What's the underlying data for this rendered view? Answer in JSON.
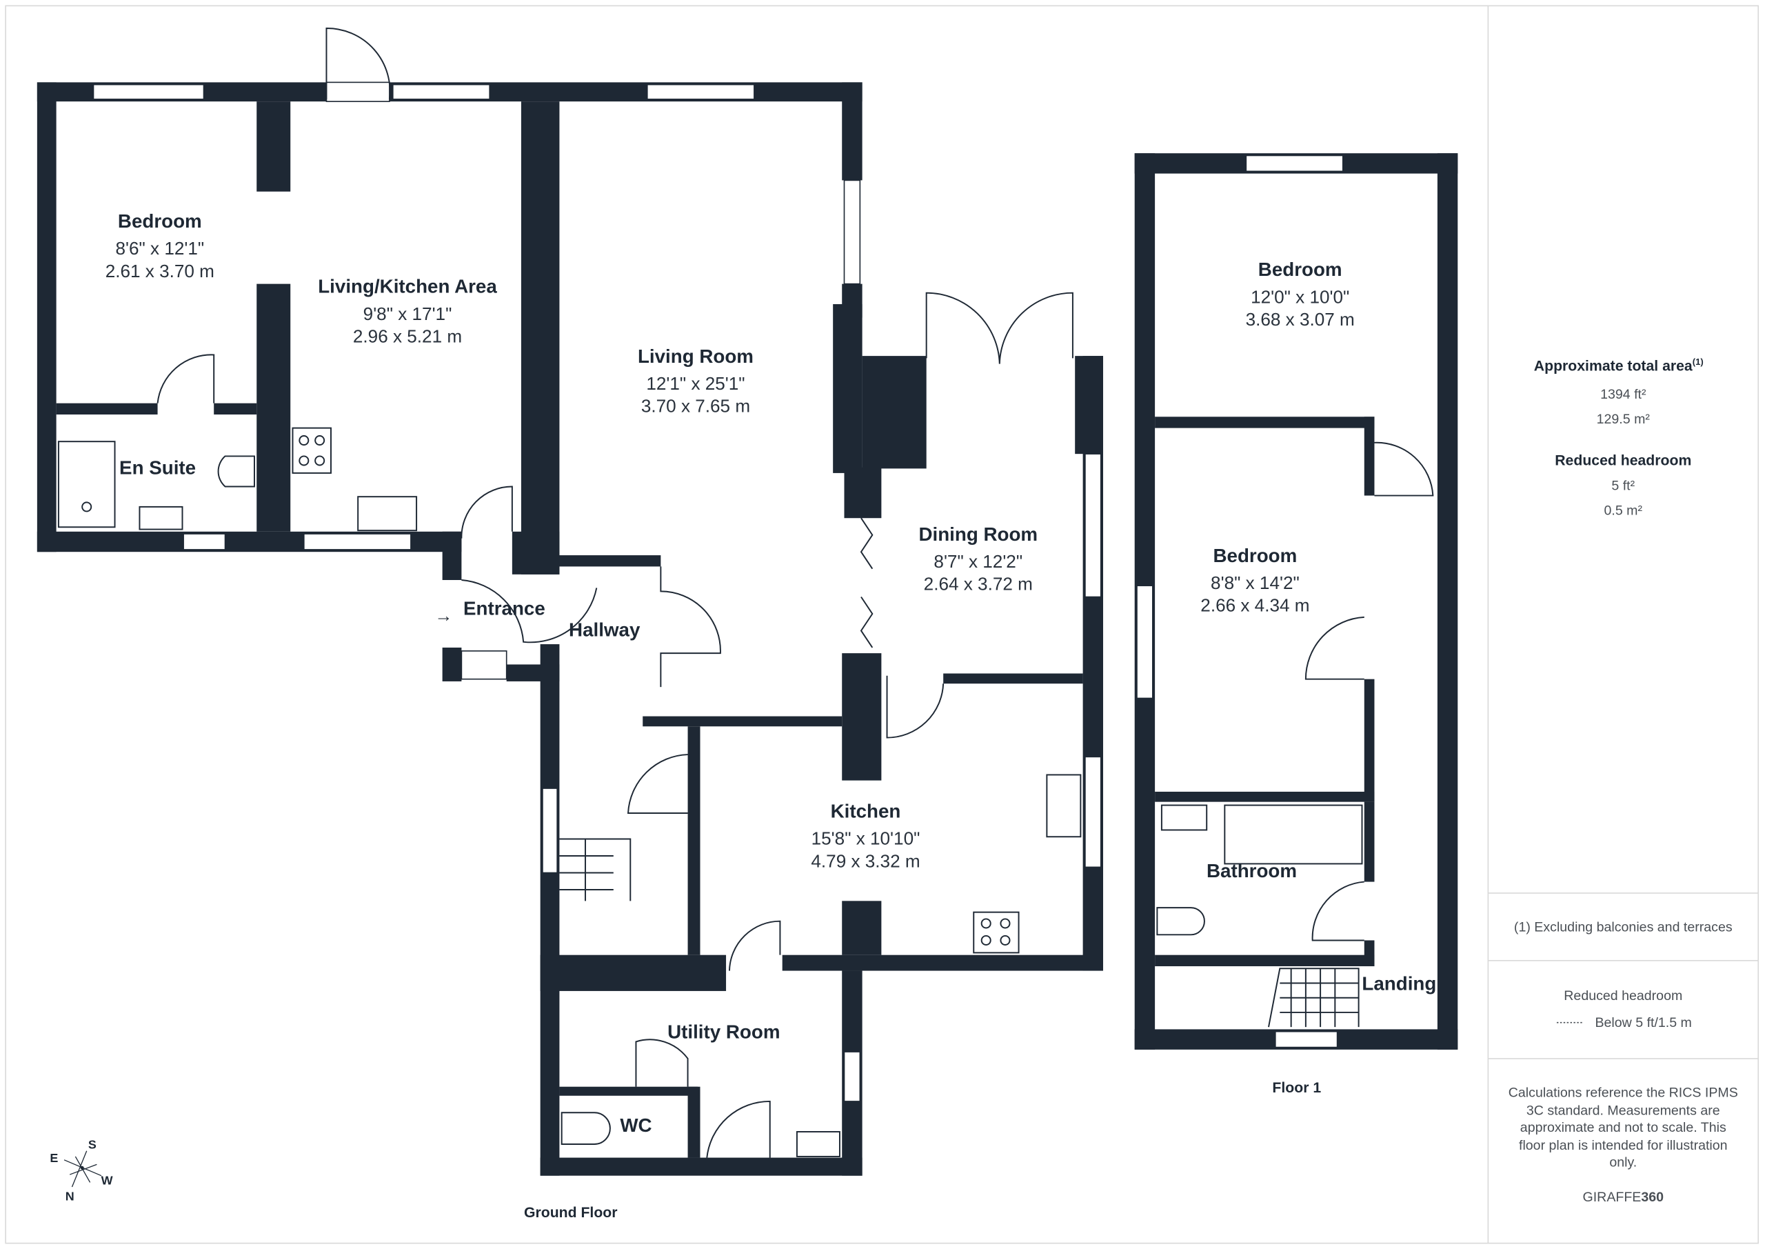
{
  "colors": {
    "wall": "#1e2834",
    "border": "#d9d9d9"
  },
  "ground_floor": {
    "label": "Ground Floor",
    "rooms": [
      {
        "name": "Bedroom",
        "imperial": "8'6\" x 12'1\"",
        "metric": "2.61 x 3.70 m"
      },
      {
        "name": "Living/Kitchen Area",
        "imperial": "9'8\" x 17'1\"",
        "metric": "2.96 x 5.21 m"
      },
      {
        "name": "Living Room",
        "imperial": "12'1\" x 25'1\"",
        "metric": "3.70 x 7.65 m"
      },
      {
        "name": "Dining Room",
        "imperial": "8'7\" x 12'2\"",
        "metric": "2.64 x 3.72 m"
      },
      {
        "name": "Kitchen",
        "imperial": "15'8\" x 10'10\"",
        "metric": "4.79 x 3.32 m"
      },
      {
        "name": "En Suite"
      },
      {
        "name": "Entrance"
      },
      {
        "name": "Hallway"
      },
      {
        "name": "Utility Room"
      },
      {
        "name": "WC"
      }
    ]
  },
  "floor_1": {
    "label": "Floor 1",
    "rooms": [
      {
        "name": "Bedroom",
        "imperial": "12'0\" x 10'0\"",
        "metric": "3.68 x 3.07 m"
      },
      {
        "name": "Bedroom",
        "imperial": "8'8\" x 14'2\"",
        "metric": "2.66 x 4.34 m"
      },
      {
        "name": "Bathroom"
      },
      {
        "name": "Landing"
      }
    ]
  },
  "compass": {
    "n": "N",
    "s": "S",
    "e": "E",
    "w": "W"
  },
  "panel": {
    "total_area_title": "Approximate total area",
    "total_area_note": "(1)",
    "total_ft": "1394 ft²",
    "total_m": "129.5 m²",
    "reduced_title": "Reduced headroom",
    "reduced_ft": "5 ft²",
    "reduced_m": "0.5 m²",
    "footnote": "(1) Excluding balconies and terraces",
    "legend_title": "Reduced headroom",
    "legend_item": "Below 5 ft/1.5 m",
    "disclaimer": [
      "Calculations reference the RICS IPMS",
      "3C standard. Measurements are",
      "approximate and not to scale. This",
      "floor plan is intended for illustration",
      "only."
    ],
    "brand_a": "GIRAFFE",
    "brand_b": "360"
  }
}
